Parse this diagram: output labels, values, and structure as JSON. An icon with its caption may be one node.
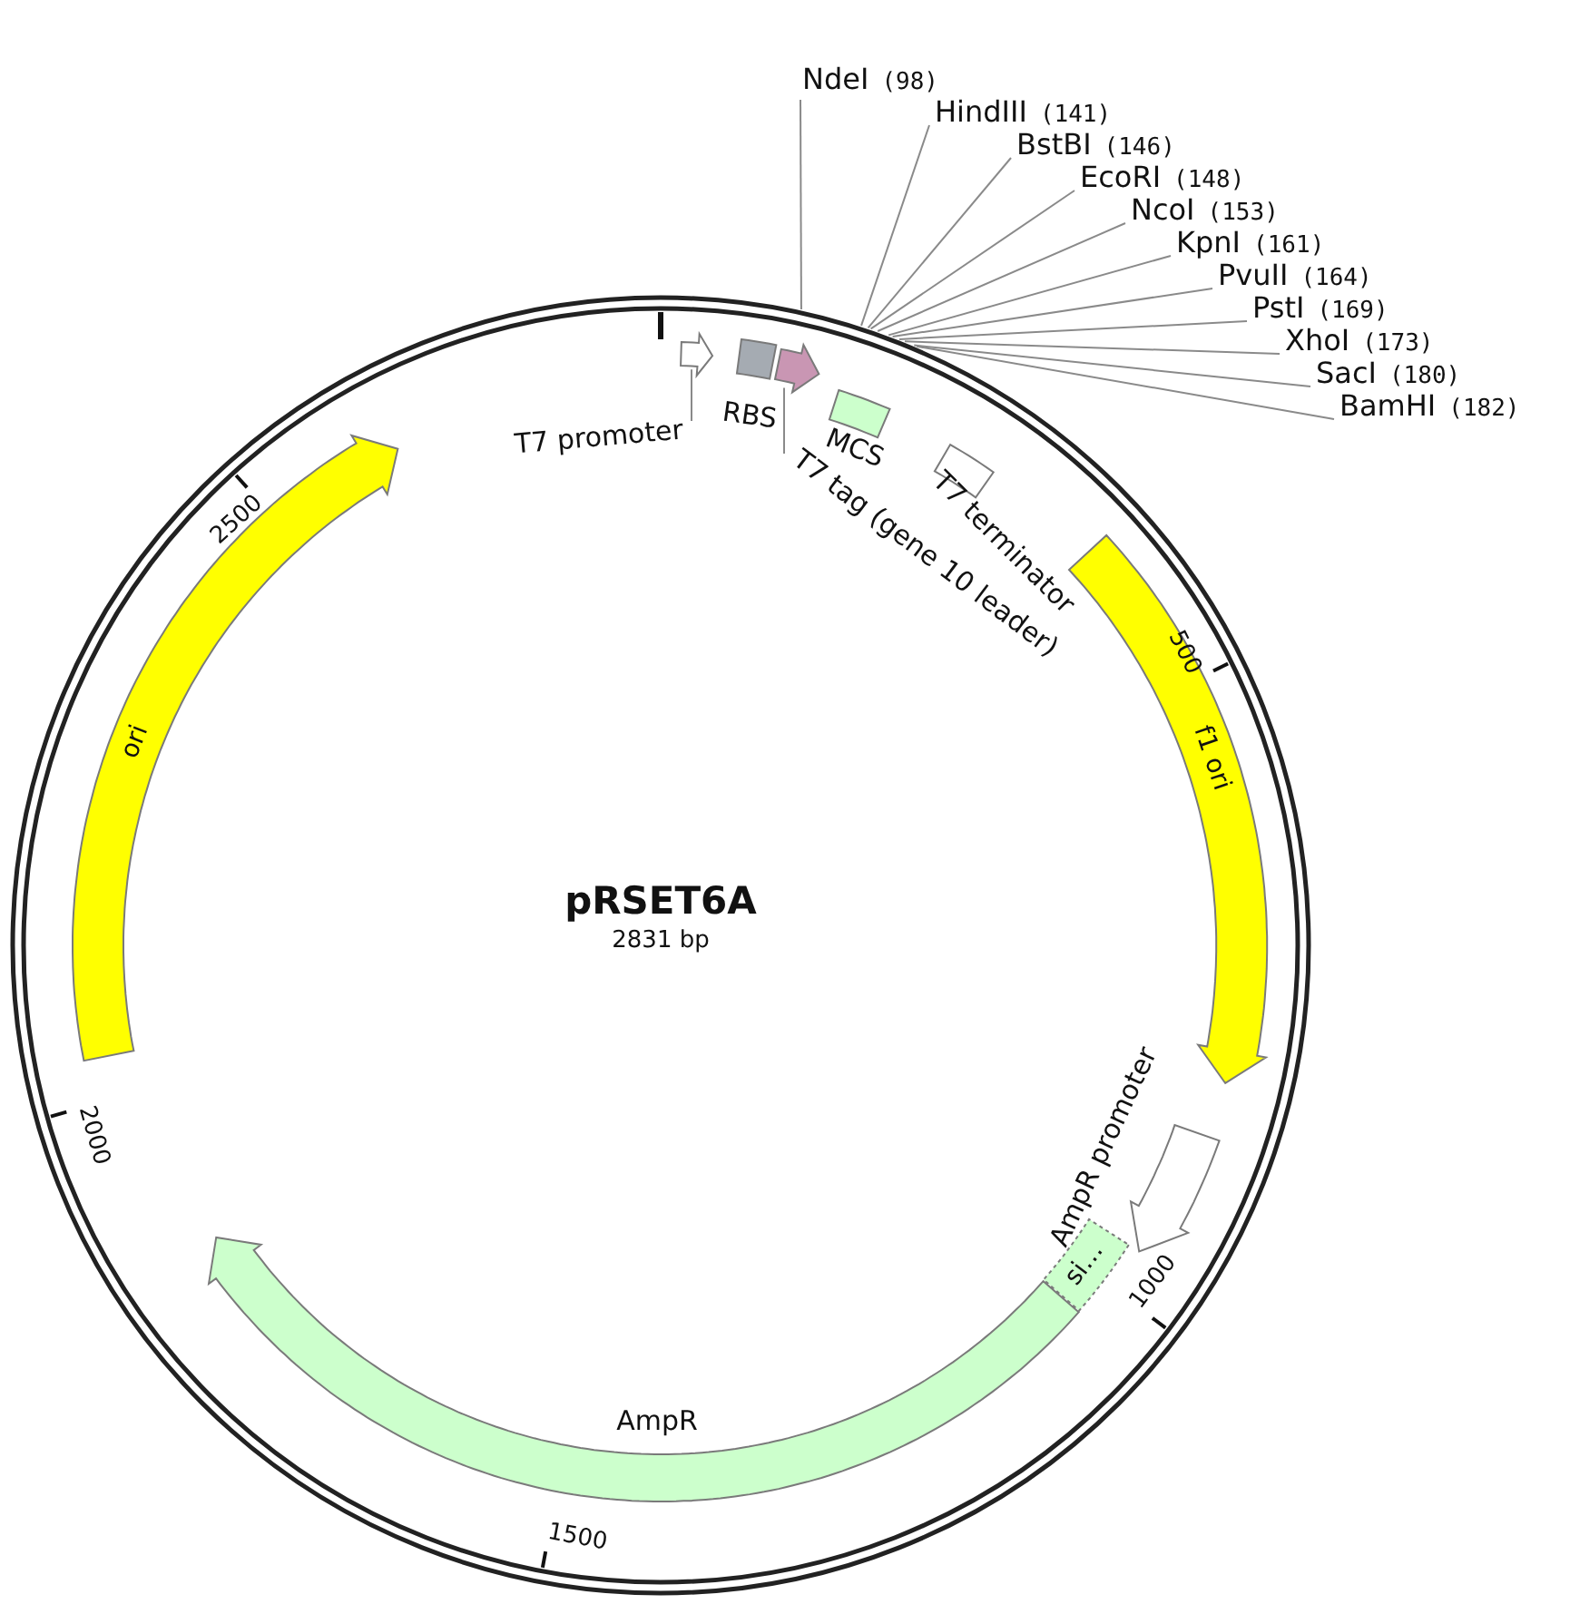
{
  "diagram": {
    "title": "pRSET6A",
    "nodes": [
      {
        "text": [
          "T7 promoter"
        ]
      },
      {
        "text": [],
        "shape": "arrow"
      },
      {
        "text": [
          "RBS"
        ]
      },
      {
        "text": [
          "T7 tag (gene 10 leader)"
        ]
      },
      {
        "text": [],
        "shape": "arrow"
      },
      {
        "text": [
          "MCS"
        ]
      },
      {
        "text": [
          "T7 terminator"
        ]
      },
      {
        "text": [
          "f1 ori"
        ]
      },
      {
        "text": [
          "AmpR promoter"
        ]
      },
      {
        "text": [
          "si…"
        ]
      },
      {
        "text": [
          "AmpR"
        ]
      },
      {
        "text": [
          "ori"
        ]
      },
      {
        "text": [
          "NdeI",
          "(98)"
        ]
      },
      {
        "text": [
          "HindIII",
          "(141)"
        ]
      },
      {
        "text": [
          "BstBI",
          "(146)"
        ]
      },
      {
        "text": [
          "EcoRI",
          "(148)"
        ]
      },
      {
        "text": [
          "NcoI",
          "(153)"
        ]
      },
      {
        "text": [
          "KpnI",
          "(161)"
        ]
      },
      {
        "text": [
          "PvuII",
          "(164)"
        ]
      },
      {
        "text": [
          "PstI",
          "(169)"
        ]
      },
      {
        "text": [
          "XhoI",
          "(173)"
        ]
      },
      {
        "text": [
          "SacI",
          "(180)"
        ]
      },
      {
        "text": [
          "BamHI",
          "(182)"
        ]
      }
    ],
    "edges": [
      {
        "from": 0,
        "to": 1,
        "arrow": "none"
      },
      {
        "from": 3,
        "to": 4,
        "arrow": "none"
      },
      {
        "from": 12,
        "to": null,
        "arrow": "none"
      },
      {
        "from": 13,
        "to": null,
        "arrow": "none"
      },
      {
        "from": 14,
        "to": null,
        "arrow": "none"
      },
      {
        "from": 15,
        "to": null,
        "arrow": "none"
      },
      {
        "from": 16,
        "to": null,
        "arrow": "none"
      },
      {
        "from": 17,
        "to": null,
        "arrow": "none"
      },
      {
        "from": 18,
        "to": null,
        "arrow": "none"
      },
      {
        "from": 19,
        "to": null,
        "arrow": "none"
      },
      {
        "from": 20,
        "to": null,
        "arrow": "none"
      },
      {
        "from": 21,
        "to": null,
        "arrow": "none"
      },
      {
        "from": 22,
        "to": null,
        "arrow": "none"
      }
    ],
    "labels": [
      "2831 bp",
      "500",
      "1000",
      "1500",
      "2000",
      "2500"
    ]
  }
}
